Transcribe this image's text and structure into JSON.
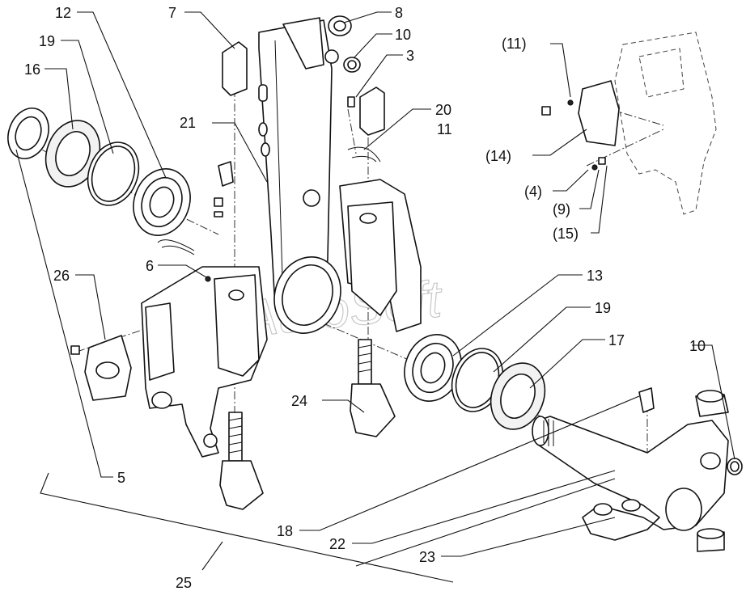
{
  "watermark": "AutoSoft",
  "callouts": {
    "c12": "12",
    "c19a": "19",
    "c16": "16",
    "c7": "7",
    "c8": "8",
    "c10a": "10",
    "c3": "3",
    "c21": "21",
    "c20": "20",
    "c11": "11",
    "c26": "26",
    "c6": "6",
    "c5": "5",
    "c13": "13",
    "c19b": "19",
    "c17": "17",
    "c24": "24",
    "c10b": "10",
    "c18": "18",
    "c22": "22",
    "c23": "23",
    "c25": "25",
    "p11": "(11)",
    "p14": "(14)",
    "p4": "(4)",
    "p9": "(9)",
    "p15": "(15)"
  }
}
